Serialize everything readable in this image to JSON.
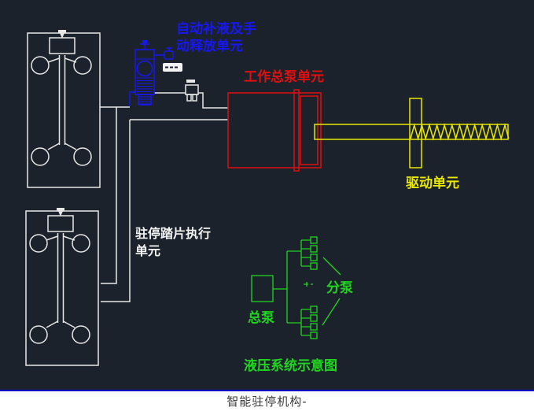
{
  "window": {
    "caption": "智能驻停机构-",
    "background_color": "#1b222b",
    "bottom_border_color": "#0009c8"
  },
  "labels": {
    "refill_unit_line1": "自动补液及手",
    "refill_unit_line2": "动释放单元",
    "work_pump_unit": "工作总泵单元",
    "drive_unit": "驱动单元",
    "pedal_unit_line1": "驻停踏片执行",
    "pedal_unit_line2": "单元",
    "master_cylinder": "总泵",
    "slave_cylinder": "分泵",
    "schematic_title": "液压系统示意图"
  },
  "colors": {
    "refill_unit": "#1717f2",
    "work_pump_unit": "#e01010",
    "drive_unit": "#e8e800",
    "pedal_unit": "#f2f2f2",
    "hydraulic_schematic": "#21d421",
    "pipes": "#e8e8e8"
  }
}
